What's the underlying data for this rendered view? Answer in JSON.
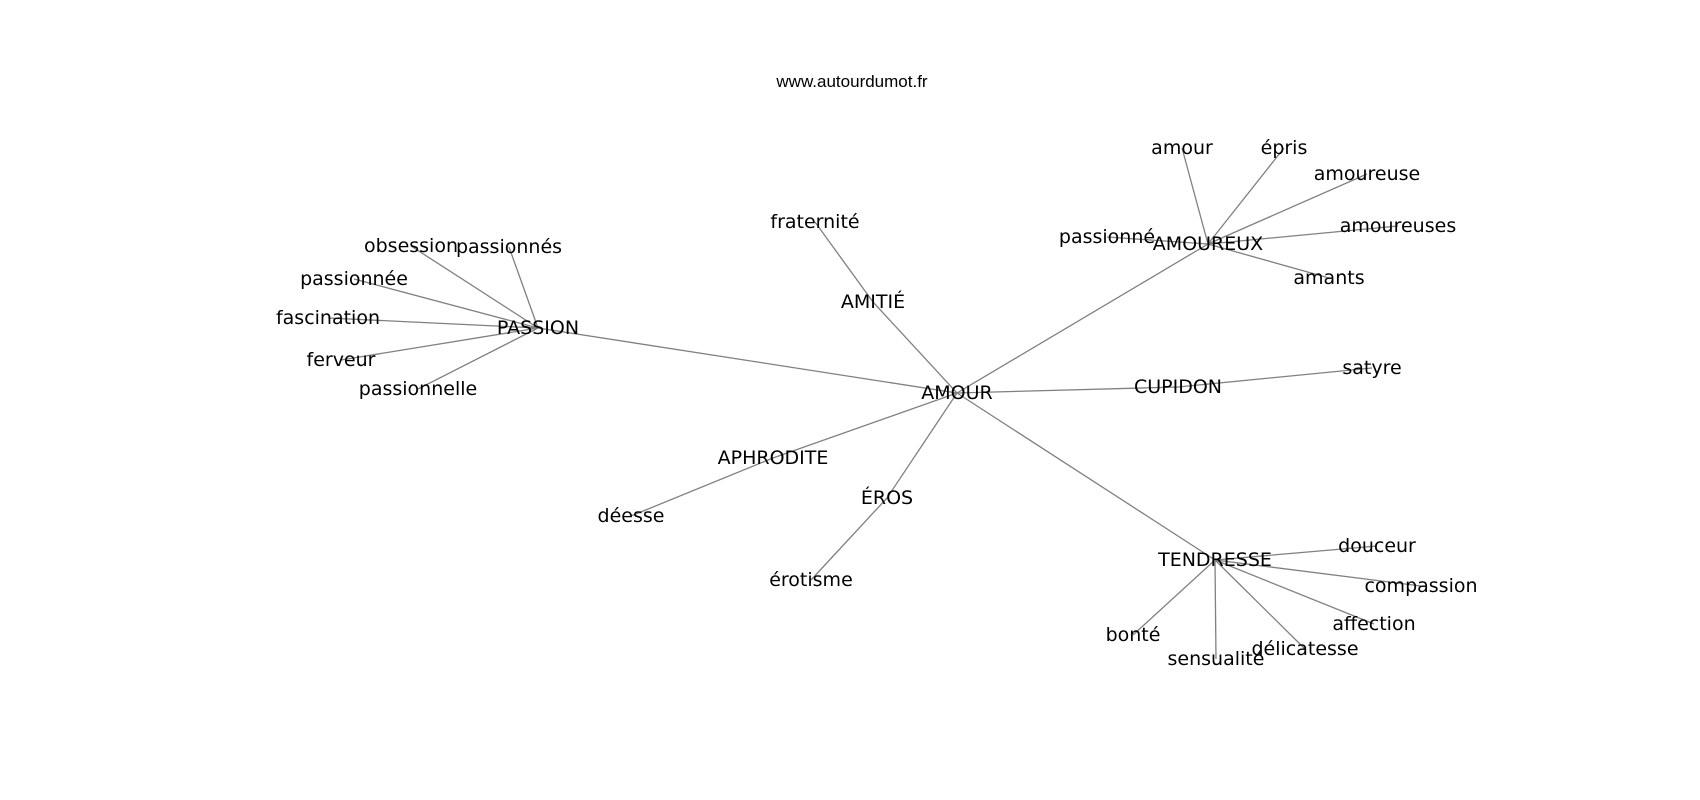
{
  "header": {
    "site": "www.autourdumot.fr"
  },
  "colors": {
    "edge": "#808080",
    "text": "#000000",
    "background": "#ffffff"
  },
  "graph": {
    "center": "AMOUR",
    "nodes": {
      "amour_center": "AMOUR",
      "passion": "PASSION",
      "amitie": "AMITIÉ",
      "aphrodite": "APHRODITE",
      "eros": "ÉROS",
      "cupidon": "CUPIDON",
      "amoureux": "AMOUREUX",
      "tendresse": "TENDRESSE",
      "obsession": "obsession",
      "passionnes": "passionnés",
      "passionnee": "passionnée",
      "fascination": "fascination",
      "ferveur": "ferveur",
      "passionnelle": "passionnelle",
      "fraternite": "fraternité",
      "deesse": "déesse",
      "erotisme": "érotisme",
      "satyre": "satyre",
      "amour_leaf": "amour",
      "epris": "épris",
      "amoureuse": "amoureuse",
      "amoureuses": "amoureuses",
      "amants": "amants",
      "passionne": "passionné",
      "douceur": "douceur",
      "compassion": "compassion",
      "affection": "affection",
      "delicatesse": "délicatesse",
      "sensualite": "sensualité",
      "bonte": "bonté"
    },
    "edges": [
      [
        "amour_center",
        "passion"
      ],
      [
        "amour_center",
        "amitie"
      ],
      [
        "amour_center",
        "aphrodite"
      ],
      [
        "amour_center",
        "eros"
      ],
      [
        "amour_center",
        "cupidon"
      ],
      [
        "amour_center",
        "amoureux"
      ],
      [
        "amour_center",
        "tendresse"
      ],
      [
        "passion",
        "obsession"
      ],
      [
        "passion",
        "passionnes"
      ],
      [
        "passion",
        "passionnee"
      ],
      [
        "passion",
        "fascination"
      ],
      [
        "passion",
        "ferveur"
      ],
      [
        "passion",
        "passionnelle"
      ],
      [
        "amitie",
        "fraternite"
      ],
      [
        "aphrodite",
        "deesse"
      ],
      [
        "eros",
        "erotisme"
      ],
      [
        "cupidon",
        "satyre"
      ],
      [
        "amoureux",
        "amour_leaf"
      ],
      [
        "amoureux",
        "epris"
      ],
      [
        "amoureux",
        "amoureuse"
      ],
      [
        "amoureux",
        "amoureuses"
      ],
      [
        "amoureux",
        "amants"
      ],
      [
        "amoureux",
        "passionne"
      ],
      [
        "tendresse",
        "douceur"
      ],
      [
        "tendresse",
        "compassion"
      ],
      [
        "tendresse",
        "affection"
      ],
      [
        "tendresse",
        "delicatesse"
      ],
      [
        "tendresse",
        "sensualite"
      ],
      [
        "tendresse",
        "bonte"
      ]
    ]
  }
}
